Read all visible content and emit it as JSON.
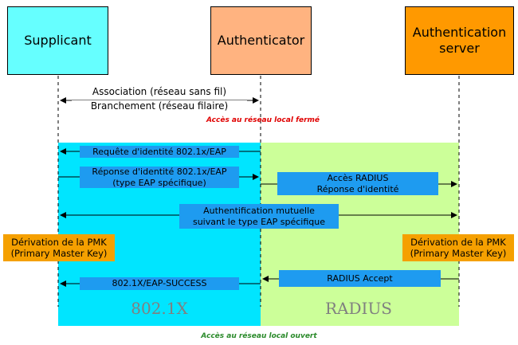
{
  "entities": {
    "supplicant": "Supplicant",
    "authenticator": "Authenticator",
    "auth_server": "Authentication\nserver"
  },
  "association": {
    "line1": "Association (réseau sans fil)",
    "line2": "Branchement (réseau filaire)"
  },
  "notes": {
    "closed": "Accès au réseau local fermé",
    "open": "Accès au réseau local ouvert",
    "closed_color": "#e00000",
    "open_color": "#2a8a2a"
  },
  "messages": {
    "identity_request": "Requête d'identité 802.1x/EAP",
    "identity_response": "Réponse d'identité 802.1x/EAP\n(type EAP spécifique)",
    "radius_access": "Accès RADIUS\nRéponse d'identité",
    "mutual_auth": "Authentification mutuelle\nsuivant le type EAP spécifique",
    "eap_success": "802.1X/EAP-SUCCESS",
    "radius_accept": "RADIUS Accept"
  },
  "pmk": {
    "left": "Dérivation de la PMK\n(Primary Master Key)",
    "right": "Dérivation de la PMK\n(Primary Master Key)"
  },
  "zones": {
    "left_label": "802.1X",
    "right_label": "RADIUS"
  },
  "colors": {
    "supplicant": "#66ffff",
    "authenticator": "#ffb380",
    "auth_server": "#ff9900",
    "zone_8021x": "#00e5ff",
    "zone_radius": "#ccff99",
    "message_pill": "#1e9bf0",
    "pmk": "#f5a000"
  }
}
